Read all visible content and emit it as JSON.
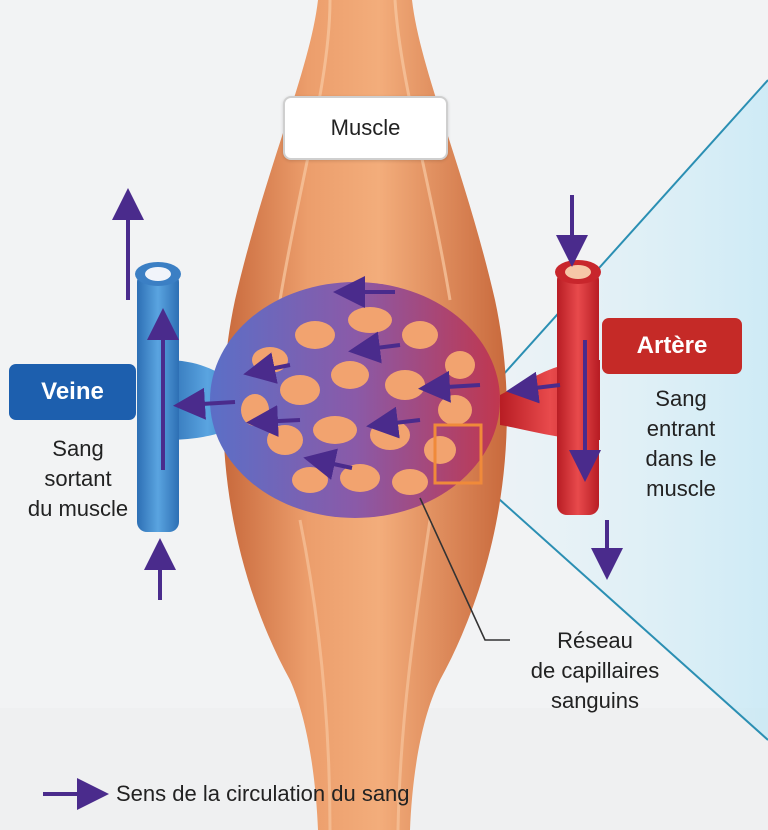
{
  "labels": {
    "muscle": "Muscle",
    "veine": "Veine",
    "artere": "Artère",
    "sang_sortant": [
      "Sang",
      "sortant",
      "du muscle"
    ],
    "sang_entrant": [
      "Sang",
      "entrant",
      "dans le",
      "muscle"
    ],
    "reseau": [
      "Réseau",
      "de capillaires",
      "sanguins"
    ]
  },
  "legend": {
    "text": "Sens de la circulation du sang",
    "arrow_icon": "purple-arrow-icon"
  },
  "colors": {
    "background": "#f2f3f4",
    "muscle": "#e8935f",
    "muscle_dark": "#c86a3e",
    "vein_blue": "#3f86c8",
    "artery_red": "#d7282f",
    "arrow_purple": "#4a2b8c",
    "vein_label_bg": "#1d5fae",
    "artery_label_bg": "#c52a27",
    "capillary_purple": "#7a5ba6",
    "zoom_line": "#2b8fb3",
    "zoom_box": "#e07a2f"
  }
}
